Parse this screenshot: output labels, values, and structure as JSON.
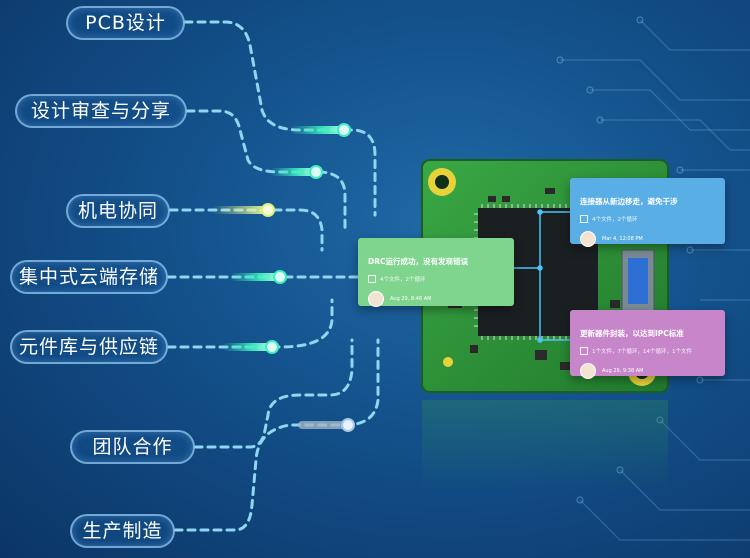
{
  "labels": [
    {
      "id": "pcb",
      "text": "PCB设计"
    },
    {
      "id": "review",
      "text": "设计审查与分享"
    },
    {
      "id": "mech",
      "text": "机电协同"
    },
    {
      "id": "cloud",
      "text": "集中式云端存储"
    },
    {
      "id": "library",
      "text": "元件库与供应链"
    },
    {
      "id": "team",
      "text": "团队合作"
    },
    {
      "id": "manufacture",
      "text": "生产制造"
    }
  ],
  "cards": {
    "green": {
      "title": "DRC运行成功，没有发现错误",
      "meta": "4个文件，2个循环",
      "user": "Aug 29, 8:46 AM"
    },
    "blue": {
      "title": "连接器从新边移走，避免干涉",
      "meta": "4个文件，2个循环",
      "user": "Mar 4, 12:08 PM"
    },
    "purple": {
      "title": "更新器件封装，以达到IPC标准",
      "meta": "1个文件，7个循环，14个循环，1个文件",
      "user": "Aug 29, 9:38 AM"
    }
  },
  "colors": {
    "accent_cyan": "#7fe8ff",
    "board_green": "#2f9b3a",
    "card_green": "#7fd48e",
    "card_blue": "#5aaee6",
    "card_purple": "#c786c9"
  }
}
